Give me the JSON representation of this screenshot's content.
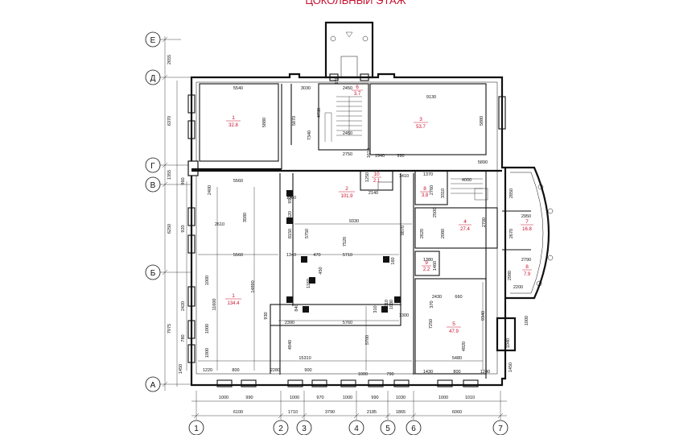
{
  "title": "ЦОКОЛЬНЫЙ ЭТАЖ",
  "axes": {
    "rows": [
      "Е",
      "Д",
      "Г",
      "В",
      "Б",
      "А"
    ],
    "columns": [
      "1",
      "2",
      "3",
      "4",
      "5",
      "6",
      "7"
    ]
  },
  "rooms": [
    {
      "number": "1",
      "area": "32.8"
    },
    {
      "number": "3",
      "area": "53.7"
    },
    {
      "number": "6",
      "area": "3.7"
    },
    {
      "number": "2",
      "area": "101.9"
    },
    {
      "number": "10",
      "area": "2.1"
    },
    {
      "number": "8",
      "area": "3.8"
    },
    {
      "number": "4",
      "area": "27.4"
    },
    {
      "number": "7",
      "area": "16.8"
    },
    {
      "number": "8",
      "area": "7.9"
    },
    {
      "number": "9",
      "area": "2.2"
    },
    {
      "number": "1",
      "area": "134.4"
    },
    {
      "number": "5",
      "area": "47.9"
    }
  ],
  "dimensions": {
    "bottom_axes": [
      "6100",
      "1710",
      "3790",
      "2185",
      "1865",
      "6060"
    ],
    "bottom_openings": [
      "1000",
      "990",
      "1000",
      "970",
      "1000",
      "990",
      "1030",
      "1000",
      "1010"
    ],
    "bottom_wall": [
      "1220",
      "800",
      "2280",
      "900",
      "1000",
      "790",
      "1430",
      "800",
      "1240",
      "15310"
    ],
    "left_axes": [
      "2655",
      "6370",
      "1355",
      "6250",
      "7975",
      "1450"
    ],
    "left_misc": [
      "960",
      "2400",
      "920",
      "1000",
      "2420",
      "1000",
      "1000",
      "780"
    ],
    "top": [
      "5540",
      "3030",
      "2450",
      "9130"
    ],
    "interior": [
      "5880",
      "5870",
      "7340",
      "4730",
      "2450",
      "5880",
      "2750",
      "1940",
      "990",
      "5560",
      "2610",
      "5560",
      "1340",
      "1160",
      "5750",
      "9330",
      "7520",
      "8870",
      "5710",
      "14890",
      "11600",
      "930",
      "2390",
      "5760",
      "4940",
      "5700",
      "1300",
      "9340",
      "5480",
      "4920",
      "7250",
      "2430",
      "1370",
      "4000",
      "3310",
      "2760",
      "2950",
      "2670",
      "2790",
      "2980",
      "2200",
      "2850",
      "1450",
      "1040",
      "1000",
      "1250",
      "1410",
      "2140",
      "1360",
      "3580",
      "1520",
      "950",
      "8150",
      "470",
      "450",
      "160",
      "1380",
      "1460",
      "2500",
      "2080",
      "2620",
      "2700",
      "5890",
      "660",
      "840",
      "170",
      "1010",
      "1030",
      "310",
      "370",
      "1610"
    ]
  }
}
